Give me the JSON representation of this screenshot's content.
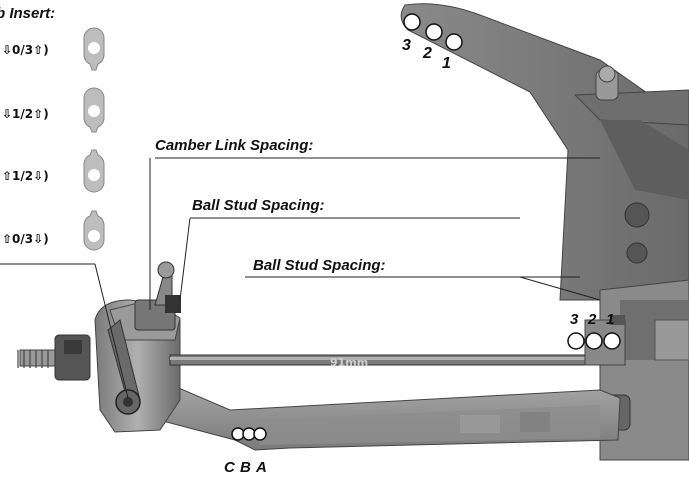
{
  "labels": {
    "insert_title": "b Insert:",
    "camber_link_spacing": "Camber Link Spacing:",
    "ball_stud_spacing_upper": "Ball Stud Spacing:",
    "ball_stud_spacing_lower": "Ball Stud Spacing:",
    "length_marking": "91mm"
  },
  "inserts": [
    {
      "setting": "⇩0/3⇧)"
    },
    {
      "setting": "⇩1/2⇧)"
    },
    {
      "setting": "⇧1/2⇩)"
    },
    {
      "setting": "⇧0/3⇩)"
    }
  ],
  "tower_holes": [
    "3",
    "2",
    "1"
  ],
  "hub_holes": [
    "3",
    "2",
    "1"
  ],
  "arm_holes": [
    "C",
    "B",
    "A"
  ],
  "colors": {
    "part_dark": "#5a5a5a",
    "part_mid": "#8c8c8c",
    "part_light": "#b5b5b5",
    "insert_gray": "#bdbdbd",
    "line": "#222222"
  }
}
